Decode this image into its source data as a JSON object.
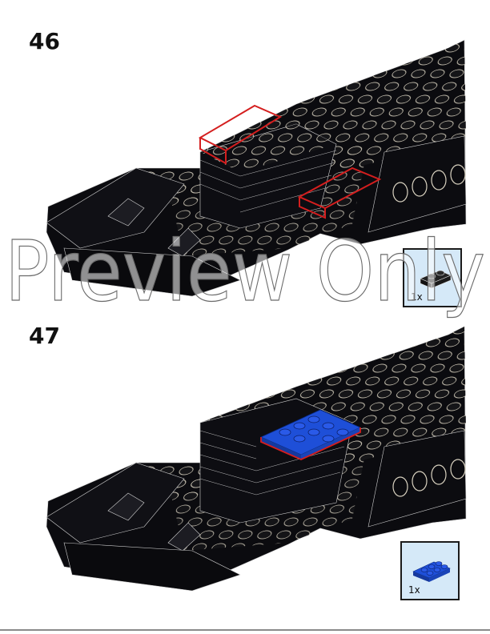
{
  "steps": [
    {
      "number": "46",
      "part_quantity": "1x",
      "part_color": "#1a1a1a",
      "highlight": "#d41e1e"
    },
    {
      "number": "47",
      "part_quantity": "1x",
      "part_color": "#1e4fd8",
      "highlight": "#d41e1e"
    }
  ],
  "watermark": {
    "text": "Preview Only"
  },
  "colors": {
    "brick": "#0b0b0f",
    "stud_edge": "#d9d2c0",
    "parts_bg": "#d5e9f8",
    "blue": "#1e4fd8",
    "callout": "#d41e1e"
  }
}
